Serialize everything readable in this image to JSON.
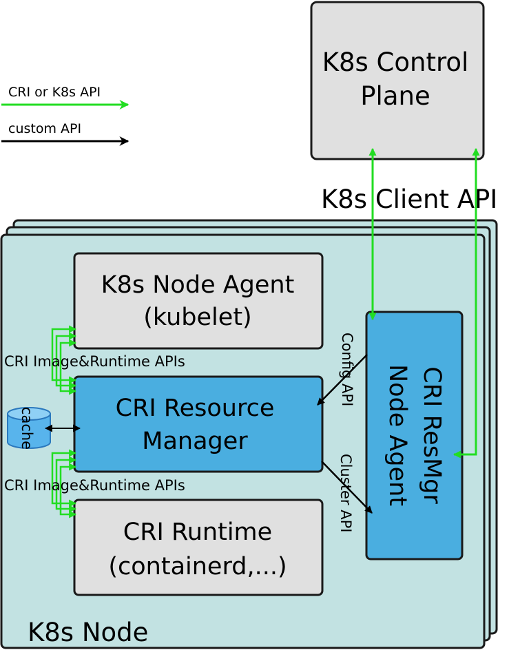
{
  "legend": {
    "green_label": "CRI or K8s API",
    "black_label": "custom API"
  },
  "control_plane": {
    "line1": "K8s Control",
    "line2": "Plane"
  },
  "client_api_label": "K8s Client API",
  "node": {
    "label": "K8s Node"
  },
  "kubelet": {
    "line1": "K8s Node Agent",
    "line2": "(kubelet)"
  },
  "resource_manager": {
    "line1": "CRI Resource",
    "line2": "Manager"
  },
  "runtime": {
    "line1": "CRI Runtime",
    "line2": "(containerd,...)"
  },
  "resmgr_agent": {
    "line1": "CRI ResMgr",
    "line2": "Node Agent"
  },
  "cache_label": "cache",
  "upper_api_label": "CRI Image&Runtime APIs",
  "lower_api_label": "CRI Image&Runtime APIs",
  "config_api_label": "Config API",
  "cluster_api_label": "Cluster API",
  "colors": {
    "green": "#22dd22",
    "node_fill": "#c2e2e2",
    "gray_box": "#e0e0e0",
    "blue_box": "#4aaee0",
    "cache_fill": "#58b4ec"
  }
}
